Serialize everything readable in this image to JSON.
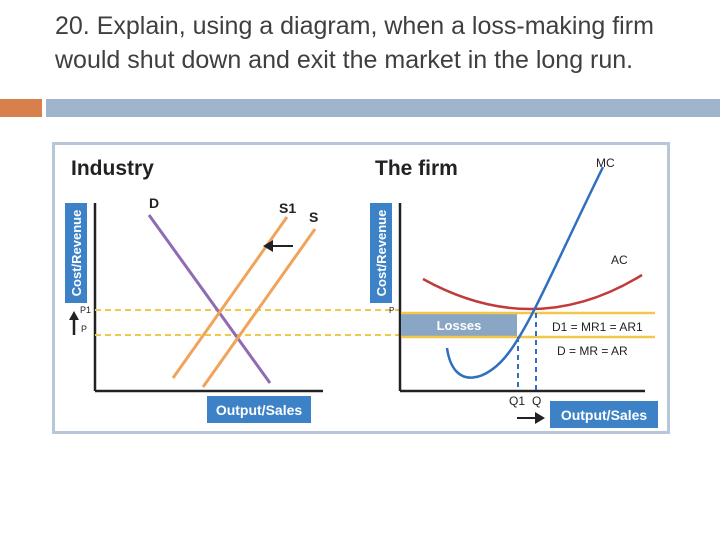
{
  "slide": {
    "title": "20. Explain, using a diagram, when a loss-making firm would shut down and exit the market in the long run."
  },
  "colors": {
    "accent_orange": "#d8804b",
    "accent_blue": "#9fb5cc",
    "frame": "#b7c6d9",
    "axis_badge": "#3d82c7",
    "losses_fill": "#8aa6c5",
    "losses_text": "#ffffff",
    "demand_line": "#8f6bb3",
    "supply_line": "#f0a35b",
    "mc_curve": "#2f6fbf",
    "ac_curve": "#c23b3b",
    "price_line": "#f2c84a"
  },
  "industry": {
    "title": "Industry",
    "y_axis": "Cost/Revenue",
    "x_axis": "Output/Sales",
    "demand_label": "D",
    "supply_new_label": "S1",
    "supply_old_label": "S",
    "price_new_label": "P1",
    "price_old_label": "P"
  },
  "firm": {
    "title": "The firm",
    "y_axis": "Cost/Revenue",
    "x_axis": "Output/Sales",
    "mc_label": "MC",
    "ac_label": "AC",
    "price_label": "P",
    "losses_label": "Losses",
    "new_revenue_label": "D1 = MR1 = AR1",
    "old_revenue_label": "D = MR = AR",
    "q_new_label": "Q1",
    "q_old_label": "Q"
  }
}
